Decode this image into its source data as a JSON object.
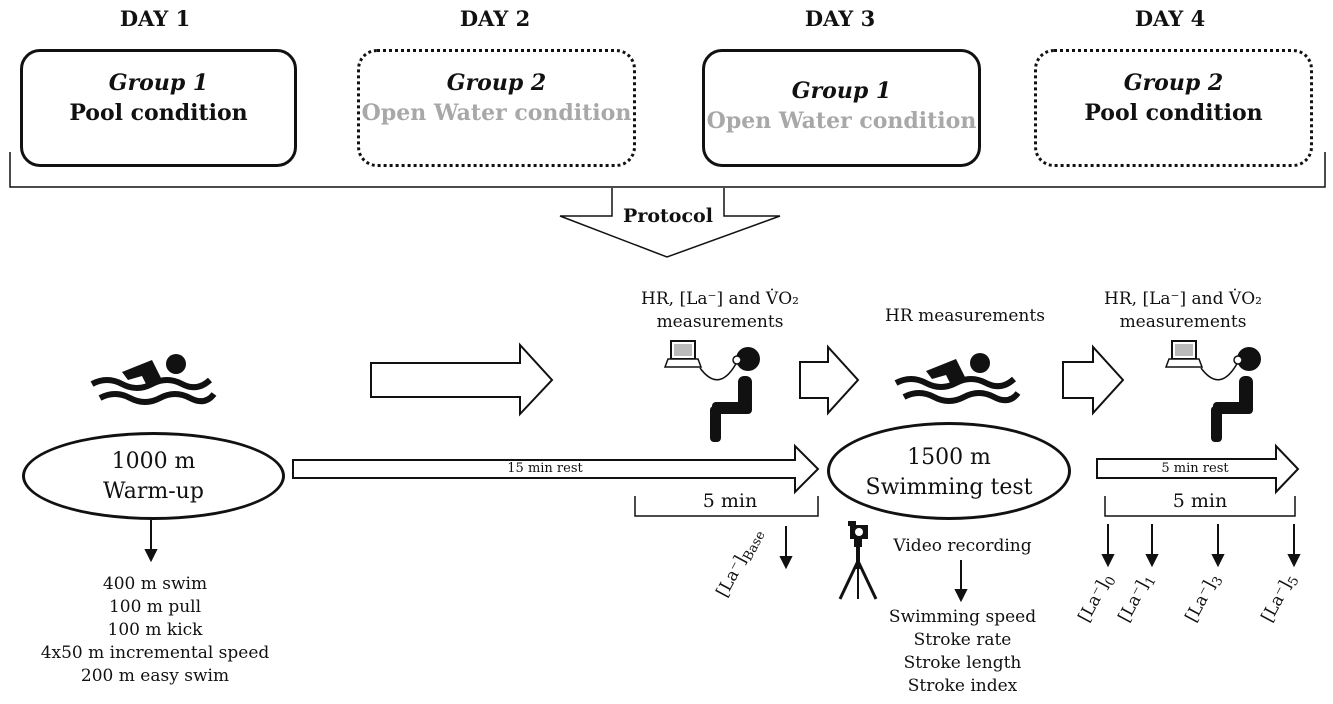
{
  "days": [
    {
      "label": "DAY 1",
      "group": "Group 1",
      "condition": "Pool condition",
      "condition_style": "active",
      "border": "solid"
    },
    {
      "label": "DAY 2",
      "group": "Group 2",
      "condition": "Open Water condition",
      "condition_style": "muted",
      "border": "dotted"
    },
    {
      "label": "DAY 3",
      "group": "Group 1",
      "condition": "Open Water condition",
      "condition_style": "muted",
      "border": "solid"
    },
    {
      "label": "DAY 4",
      "group": "Group 2",
      "condition": "Pool condition",
      "condition_style": "active",
      "border": "dotted"
    }
  ],
  "protocol_label": "Protocol",
  "measurements": {
    "pre_line1": "HR, [La⁻] and V̇O₂",
    "pre_line2": "measurements",
    "during": "HR measurements",
    "post_line1": "HR, [La⁻] and V̇O₂",
    "post_line2": "measurements"
  },
  "warmup": {
    "line1": "1000 m",
    "line2": "Warm-up",
    "details": [
      "400 m swim",
      "100 m pull",
      "100 m kick",
      "4x50 m incremental speed",
      "200 m easy swim"
    ]
  },
  "test": {
    "line1": "1500 m",
    "line2": "Swimming test"
  },
  "rest1": {
    "label": "15 min rest",
    "bracket": "5 min"
  },
  "rest2": {
    "label": "5 min rest",
    "bracket": "5 min"
  },
  "lactate": {
    "base_main": "[La⁻]",
    "base_sub": "Base",
    "samples": [
      {
        "main": "[La⁻]",
        "sub": "0"
      },
      {
        "main": "[La⁻]",
        "sub": "1"
      },
      {
        "main": "[La⁻]",
        "sub": "3"
      },
      {
        "main": "[La⁻]",
        "sub": "5"
      }
    ]
  },
  "video": {
    "label": "Video recording",
    "outcomes": [
      "Swimming speed",
      "Stroke rate",
      "Stroke length",
      "Stroke index"
    ]
  },
  "colors": {
    "ink": "#111111",
    "muted": "#a8a8a8"
  },
  "icons": [
    "swimmer-icon",
    "laptop-icon",
    "seated-person-icon",
    "camera-tripod-icon"
  ]
}
